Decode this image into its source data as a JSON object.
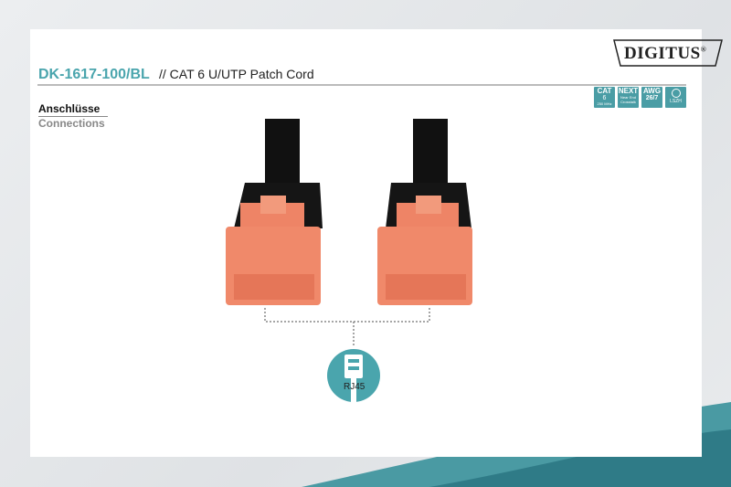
{
  "brand": {
    "logo": "DIGITUS",
    "registered": "®"
  },
  "header": {
    "product_code": "DK-1617-100/BL",
    "product_name": "// CAT 6 U/UTP Patch Cord"
  },
  "badges": [
    {
      "title": "CAT",
      "line2": "6",
      "line3": "250 MHz"
    },
    {
      "title": "NEXT",
      "line2": "Near End",
      "line3": "Crosstalk"
    },
    {
      "title": "AWG",
      "line2": "26/7",
      "line3": ""
    },
    {
      "title": "",
      "line2": "LSZH",
      "line3": "",
      "icon": "halogen-free-icon"
    }
  ],
  "section": {
    "title_de": "Anschlüsse",
    "title_en": "Connections"
  },
  "connector": {
    "label": "RJ45",
    "icon": "rj45-icon"
  },
  "colors": {
    "accent": "#4aa5ad",
    "connector": "#f08868",
    "cable": "#111111"
  }
}
